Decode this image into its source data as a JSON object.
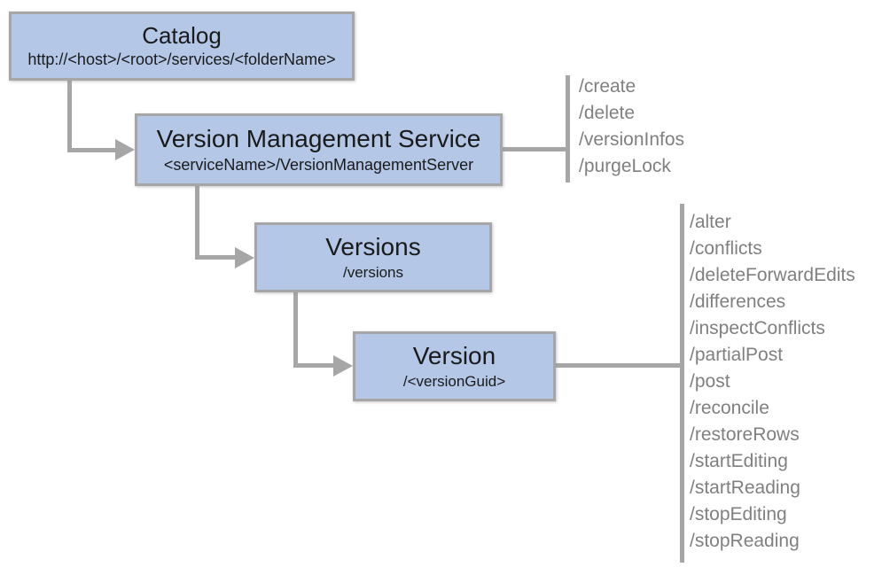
{
  "diagram": {
    "title_implied": "Version Management Service REST hierarchy",
    "colors": {
      "node_fill": "#b4c7e7",
      "node_border": "#a6a6a6",
      "connector": "#a6a6a6",
      "endpoint_text": "#808080",
      "title_text": "#1a1a1a",
      "background": "#ffffff"
    },
    "nodes": [
      {
        "title": "Catalog",
        "subtitle": "http://<host>/<root>/services/<folderName>"
      },
      {
        "title": "Version Management Service",
        "subtitle": "<serviceName>/VersionManagementServer"
      },
      {
        "title": "Versions",
        "subtitle": "/versions"
      },
      {
        "title": "Version",
        "subtitle": "/<versionGuid>"
      }
    ],
    "endpoint_groups": [
      {
        "parent": "Version Management Service",
        "endpoints": [
          "/create",
          "/delete",
          "/versionInfos",
          "/purgeLock"
        ]
      },
      {
        "parent": "Version",
        "endpoints": [
          "/alter",
          "/conflicts",
          "/deleteForwardEdits",
          "/differences",
          "/inspectConflicts",
          "/partialPost",
          "/post",
          "/reconcile",
          "/restoreRows",
          "/startEditing",
          "/startReading",
          "/stopEditing",
          "/stopReading"
        ]
      }
    ]
  }
}
